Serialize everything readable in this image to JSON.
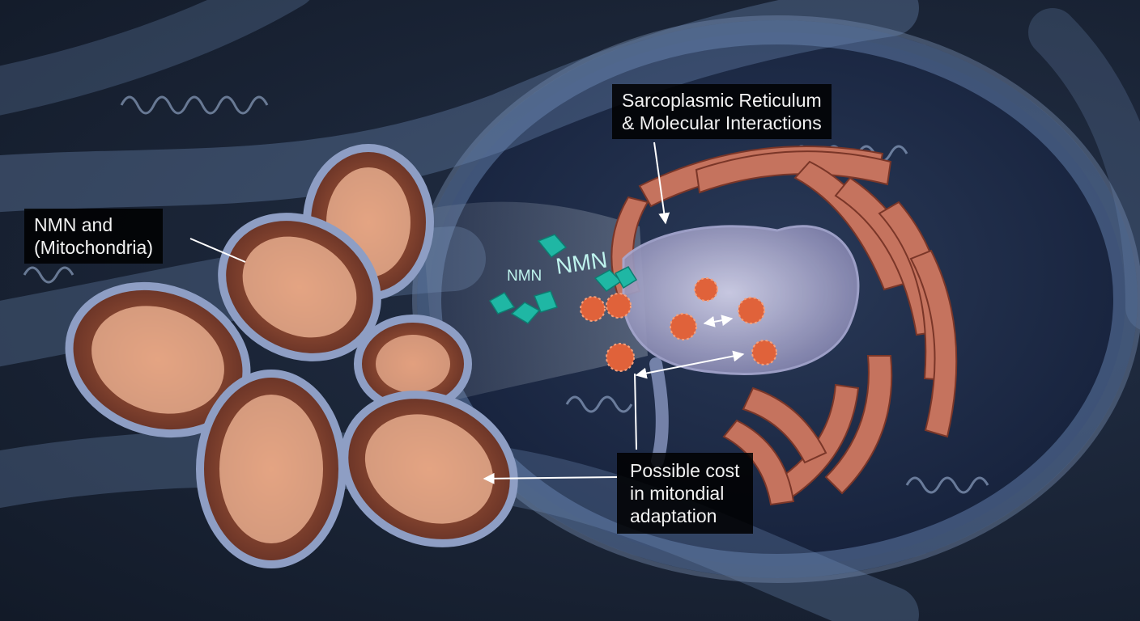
{
  "labels": {
    "sarcoplasmic": {
      "line1": "Sarcoplasmic Reticulum",
      "line2": "& Molecular Interactions"
    },
    "nmn_mito": {
      "line1": "NMN and",
      "line2": "(Mitochondria)"
    },
    "cost": {
      "line1": "Possible cost",
      "line2": "in mitondial",
      "line3": "adaptation"
    }
  },
  "molecule_tags": {
    "small": "NMN",
    "large": "NMN"
  },
  "colors": {
    "background": "#1b2638",
    "fiber": "#6f8db8",
    "mitochondria_membrane": "#8e9ec4",
    "cristae": "#f3b99a",
    "reticulum": "#c5735e",
    "nmn_crystal": "#1fb7a4",
    "particle": "#e0623a",
    "label_bg": "#000000"
  }
}
